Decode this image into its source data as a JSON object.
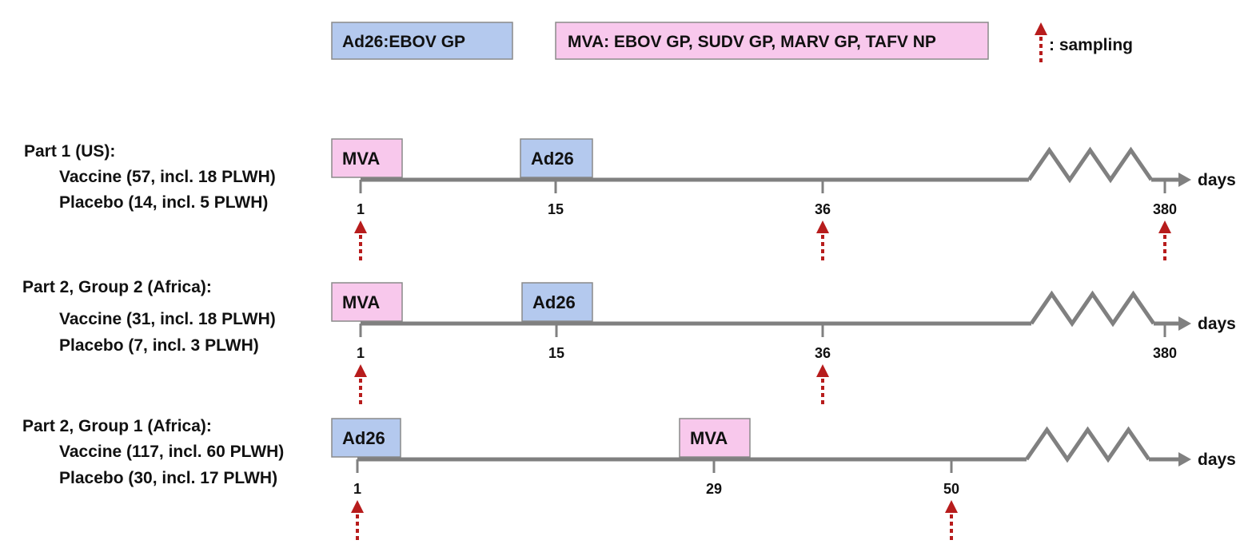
{
  "legend": {
    "ad26": {
      "label": "Ad26:EBOV GP",
      "color": "#b4c9ee"
    },
    "mva": {
      "label": "MVA: EBOV GP, SUDV GP, MARV GP, TAFV NP",
      "color": "#f8c8ec"
    },
    "sampling": {
      "label": ": sampling",
      "color": "#b71c1c"
    }
  },
  "axis_color": "#808080",
  "axis_unit": "days",
  "cohorts": [
    {
      "title": "Part 1 (US):",
      "vaccine": "Vaccine (57, incl. 18 PLWH)",
      "placebo": "Placebo (14, incl. 5 PLWH)",
      "doses": [
        {
          "label": "MVA",
          "kind": "mva",
          "day": "1"
        },
        {
          "label": "Ad26",
          "kind": "ad26",
          "day": "15"
        }
      ],
      "ticks": [
        "1",
        "15",
        "36",
        "380"
      ],
      "sampling": [
        "1",
        "36",
        "380"
      ]
    },
    {
      "title": "Part 2, Group 2 (Africa):",
      "vaccine": "Vaccine (31, incl. 18 PLWH)",
      "placebo": "Placebo (7, incl. 3 PLWH)",
      "doses": [
        {
          "label": "MVA",
          "kind": "mva",
          "day": "1"
        },
        {
          "label": "Ad26",
          "kind": "ad26",
          "day": "15"
        }
      ],
      "ticks": [
        "1",
        "15",
        "36",
        "380"
      ],
      "sampling": [
        "1",
        "36"
      ]
    },
    {
      "title": "Part 2, Group 1 (Africa):",
      "vaccine": "Vaccine (117, incl. 60 PLWH)",
      "placebo": "Placebo (30, incl. 17 PLWH)",
      "doses": [
        {
          "label": "Ad26",
          "kind": "ad26",
          "day": "1"
        },
        {
          "label": "MVA",
          "kind": "mva",
          "day": "29"
        }
      ],
      "ticks": [
        "1",
        "29",
        "50"
      ],
      "sampling": [
        "1",
        "50"
      ]
    }
  ]
}
